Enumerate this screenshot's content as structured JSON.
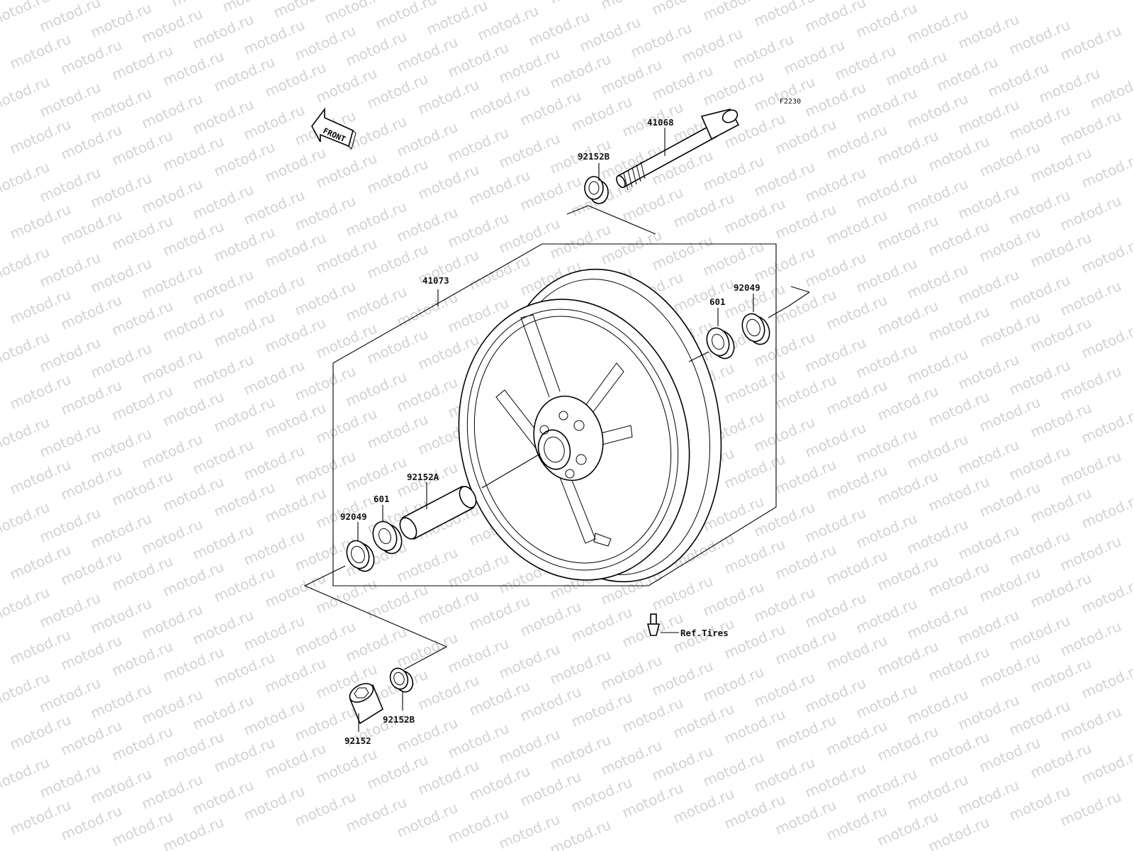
{
  "diagram": {
    "code": "F2230",
    "watermark": "motod.ru",
    "front_arrow": "FRONT",
    "ref_tires": "Ref.Tires"
  },
  "parts": {
    "axle": "41068",
    "wheel": "41073",
    "collar_top": "92152B",
    "bearing_right": "601",
    "seal_right": "92049",
    "spacer": "92152A",
    "bearing_left": "601",
    "seal_left": "92049",
    "collar_bottom_b": "92152B",
    "collar_bottom": "92152"
  }
}
